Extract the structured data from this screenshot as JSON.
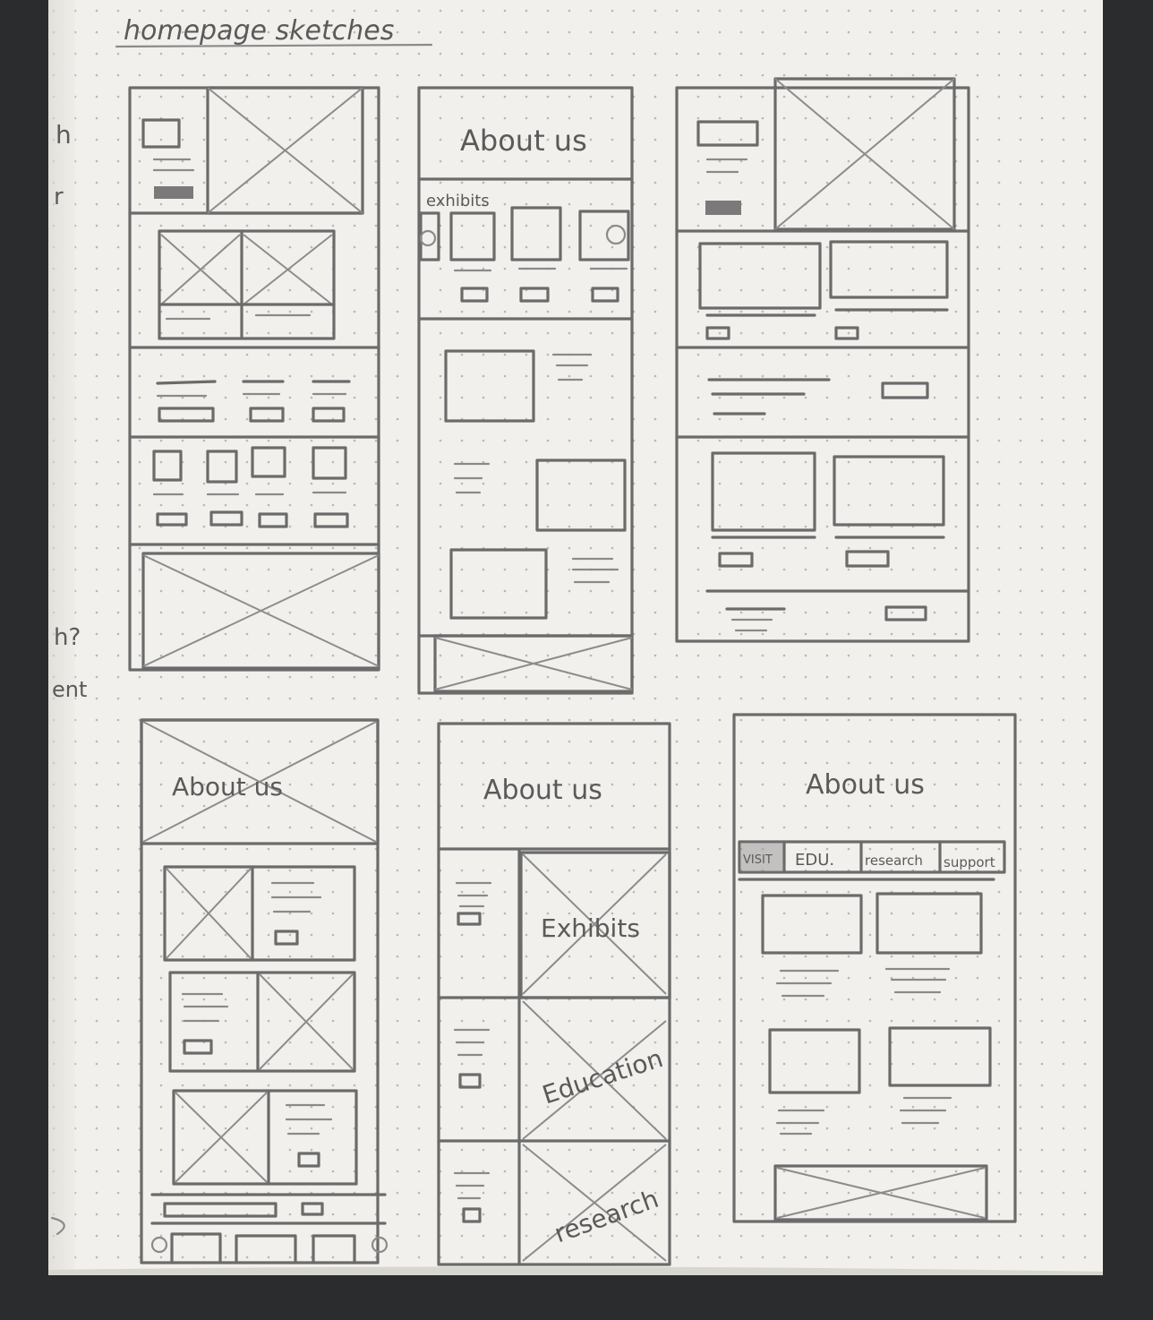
{
  "page_heading": "homepage sketches",
  "margin_notes": [
    "h",
    "r",
    "h?",
    "ent"
  ],
  "sketch_2": {
    "heading": "About us",
    "section_label": "exhibits"
  },
  "sketch_4": {
    "heading": "About us"
  },
  "sketch_5": {
    "heading": "About us",
    "panels": [
      "Exhibits",
      "Education",
      "research"
    ]
  },
  "sketch_6": {
    "heading": "About us",
    "tabs": [
      "VISIT",
      "EDU.",
      "research",
      "support"
    ]
  }
}
